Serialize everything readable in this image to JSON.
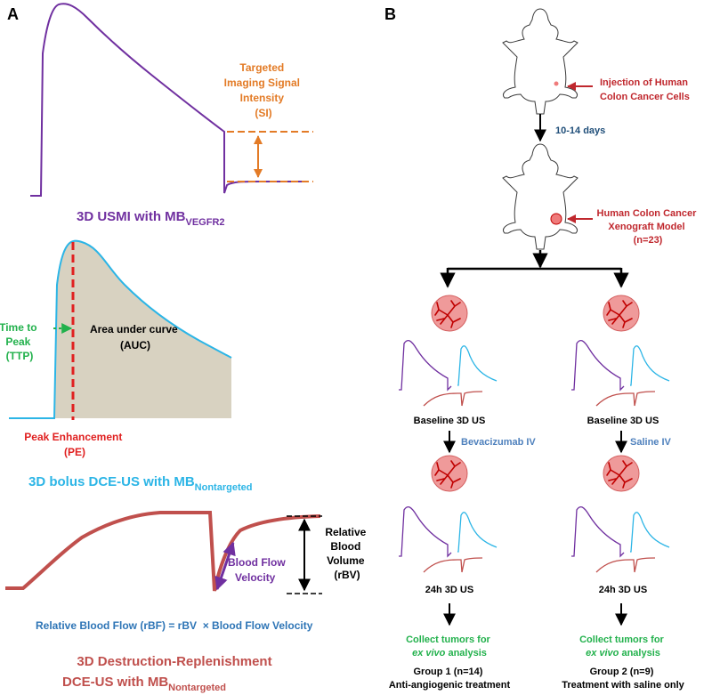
{
  "panel_a": {
    "label": "A",
    "usmi": {
      "targeted_title": [
        "Targeted",
        "Imaging Signal",
        "Intensity",
        "(SI)"
      ],
      "caption_main": "3D USMI with MB",
      "caption_sub": "VEGFR2"
    },
    "bolus": {
      "ttp_lines": [
        "Time to",
        "Peak",
        "(TTP)"
      ],
      "auc_lines": [
        "Area under curve",
        "(AUC)"
      ],
      "pe_lines": [
        "Peak Enhancement",
        "(PE)"
      ],
      "caption_main": "3D bolus DCE-US with MB",
      "caption_sub": "Nontargeted"
    },
    "destruction": {
      "rbv_lines": [
        "Relative",
        "Blood",
        "Volume",
        "(rBV)"
      ],
      "velocity_lines": [
        "Blood Flow",
        "Velocity"
      ],
      "formula": "Relative Blood Flow (rBF) = rBV  × Blood Flow Velocity",
      "caption_line1": "3D Destruction-Replenishment",
      "caption_line2_main": "DCE-US with MB",
      "caption_line2_sub": "Nontargeted"
    }
  },
  "panel_b": {
    "label": "B",
    "injection_lines": [
      "Injection of Human",
      "Colon Cancer Cells"
    ],
    "days": "10-14 days",
    "xenograft_lines": [
      "Human Colon Cancer",
      "Xenograft Model",
      "(n=23)"
    ],
    "arms": [
      {
        "baseline": "Baseline 3D US",
        "treatment": "Bevacizumab IV",
        "followup": "24h 3D US",
        "collect_line1": "Collect tumors for",
        "collect_italic": "ex vivo",
        "collect_after": " analysis",
        "group": "Group 1 (n=14)",
        "group_desc": "Anti-angiogenic treatment"
      },
      {
        "baseline": "Baseline 3D US",
        "treatment": "Saline IV",
        "followup": "24h 3D US",
        "collect_line1": "Collect tumors for",
        "collect_italic": "ex vivo",
        "collect_after": " analysis",
        "group": "Group 2 (n=9)",
        "group_desc": "Treatment with saline only"
      }
    ]
  },
  "colors": {
    "purple": "#7030a0",
    "cyan": "#2cb5e6",
    "orange": "#e37b26",
    "red_dash": "#e02020",
    "dark_red": "#c0282e",
    "rose": "#c0504d",
    "green": "#22b14c",
    "blue": "#2e75b6",
    "auc_fill": "#d8d2c1",
    "tumor": "#ef9a9a"
  }
}
